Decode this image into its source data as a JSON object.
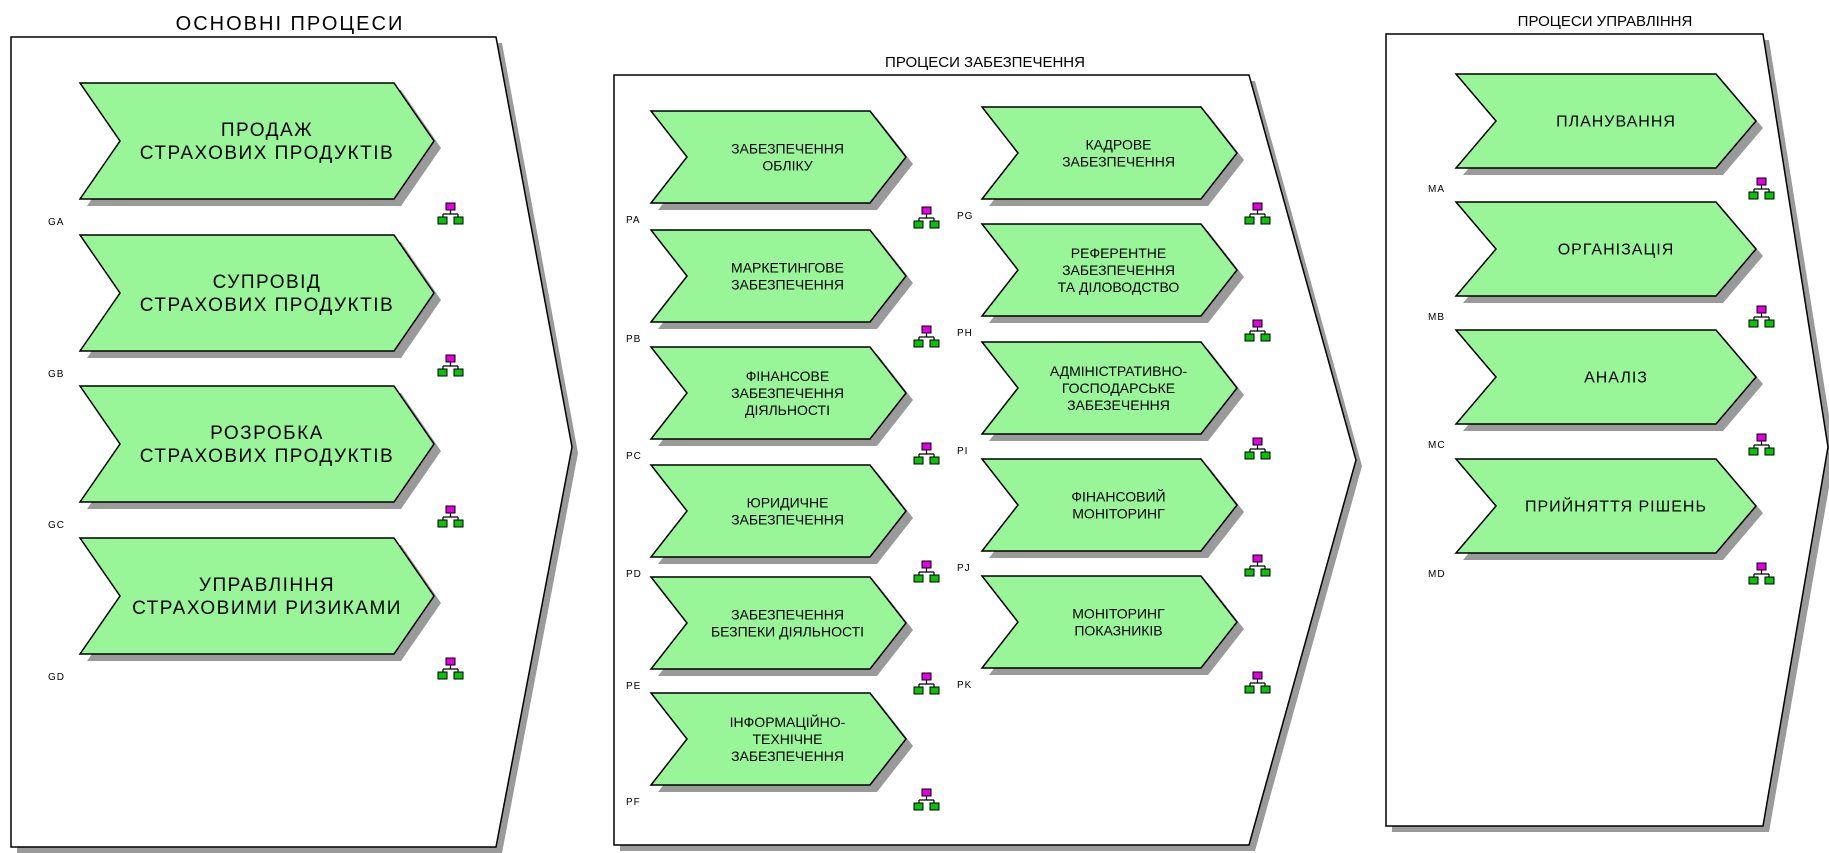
{
  "colors": {
    "chevron_fill": "#98f598",
    "chevron_stroke": "#000000",
    "shadow": "#9a9a9a",
    "icon_green": "#0bbf0b",
    "icon_magenta": "#e000e0"
  },
  "groups": [
    {
      "id": "main",
      "title": "ОСНОВНІ ПРОЦЕСИ",
      "processes": [
        {
          "code": "GA",
          "lines": [
            "ПРОДАЖ",
            "СТРАХОВИХ ПРОДУКТІВ"
          ],
          "icon": "hierarchy-icon"
        },
        {
          "code": "GB",
          "lines": [
            "СУПРОВІД",
            "СТРАХОВИХ ПРОДУКТІВ"
          ],
          "icon": "hierarchy-icon"
        },
        {
          "code": "GC",
          "lines": [
            "РОЗРОБКА",
            "СТРАХОВИХ ПРОДУКТІВ"
          ],
          "icon": "hierarchy-icon"
        },
        {
          "code": "GD",
          "lines": [
            "УПРАВЛІННЯ",
            "СТРАХОВИМИ РИЗИКАМИ"
          ],
          "icon": "hierarchy-icon"
        }
      ]
    },
    {
      "id": "support",
      "title": "ПРОЦЕСИ ЗАБЕЗПЕЧЕННЯ",
      "processes": [
        {
          "code": "PA",
          "lines": [
            "ЗАБЕЗПЕЧЕННЯ",
            "ОБЛІКУ"
          ],
          "icon": "hierarchy-icon"
        },
        {
          "code": "PB",
          "lines": [
            "МАРКЕТИНГОВЕ",
            "ЗАБЕЗПЕЧЕННЯ"
          ],
          "icon": "hierarchy-icon"
        },
        {
          "code": "PC",
          "lines": [
            "ФІНАНСОВЕ",
            "ЗАБЕЗПЕЧЕННЯ",
            "ДІЯЛЬНОСТІ"
          ],
          "icon": "hierarchy-icon"
        },
        {
          "code": "PD",
          "lines": [
            "ЮРИДИЧНЕ",
            "ЗАБЕЗПЕЧЕННЯ"
          ],
          "icon": "hierarchy-icon"
        },
        {
          "code": "PE",
          "lines": [
            "ЗАБЕЗПЕЧЕННЯ",
            "БЕЗПЕКИ ДІЯЛЬНОСТІ"
          ],
          "icon": "hierarchy-icon"
        },
        {
          "code": "PF",
          "lines": [
            "ІНФОРМАЦІЙНО-",
            "ТЕХНІЧНЕ",
            "ЗАБЕЗПЕЧЕННЯ"
          ],
          "icon": "hierarchy-icon"
        },
        {
          "code": "PG",
          "lines": [
            "КАДРОВЕ",
            "ЗАБЕЗПЕЧЕННЯ"
          ],
          "icon": "hierarchy-icon"
        },
        {
          "code": "PH",
          "lines": [
            "РЕФЕРЕНТНЕ",
            "ЗАБЕЗПЕЧЕННЯ",
            "ТА ДІЛОВОДСТВО"
          ],
          "icon": "hierarchy-icon"
        },
        {
          "code": "PI",
          "lines": [
            "АДМІНІСТРАТИВНО-",
            "ГОСПОДАРСЬКЕ",
            "ЗАБЕЗЕЧЕННЯ"
          ],
          "icon": "hierarchy-icon"
        },
        {
          "code": "PJ",
          "lines": [
            "ФІНАНСОВИЙ",
            "МОНІТОРИНГ"
          ],
          "icon": "hierarchy-icon"
        },
        {
          "code": "PK",
          "lines": [
            "МОНІТОРИНГ",
            "ПОКАЗНИКІВ"
          ],
          "icon": "hierarchy-icon"
        }
      ]
    },
    {
      "id": "management",
      "title": "ПРОЦЕСИ УПРАВЛІННЯ",
      "processes": [
        {
          "code": "MA",
          "lines": [
            "ПЛАНУВАННЯ"
          ],
          "icon": "hierarchy-icon"
        },
        {
          "code": "MB",
          "lines": [
            "ОРГАНІЗАЦІЯ"
          ],
          "icon": "hierarchy-icon"
        },
        {
          "code": "MC",
          "lines": [
            "АНАЛІЗ"
          ],
          "icon": "hierarchy-icon"
        },
        {
          "code": "MD",
          "lines": [
            "ПРИЙНЯТТЯ РІШЕНЬ"
          ],
          "icon": "hierarchy-icon"
        }
      ]
    }
  ]
}
